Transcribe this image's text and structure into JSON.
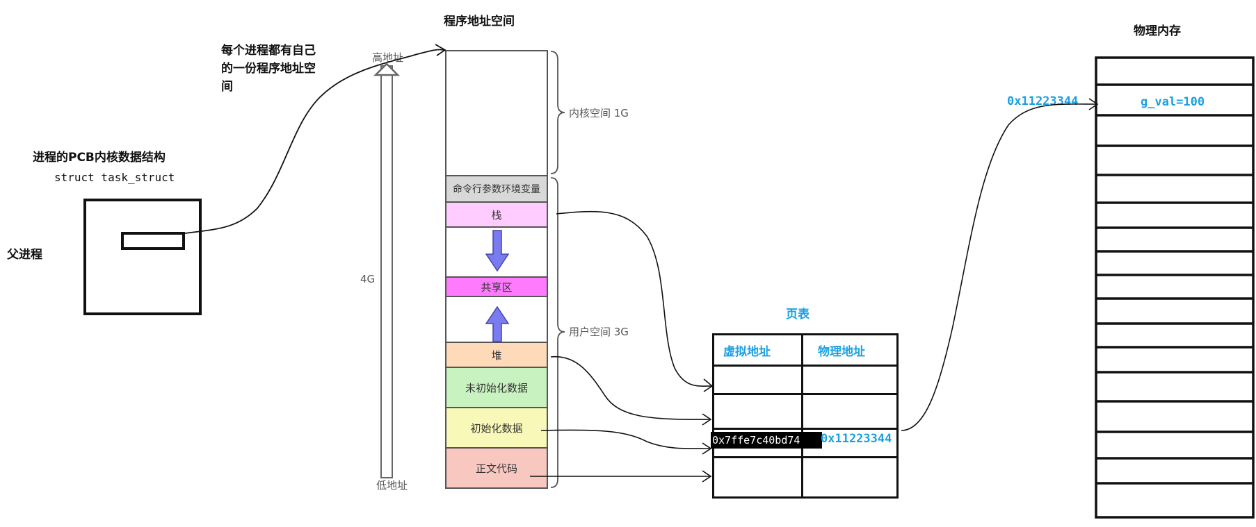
{
  "titles": {
    "address_space": "程序地址空间",
    "physical_memory": "物理内存",
    "page_table": "页表"
  },
  "pcb": {
    "heading": "进程的PCB内核数据结构",
    "struct": "struct task_struct",
    "parent_label": "父进程"
  },
  "note": {
    "line1": "每个进程都有自己",
    "line2": "的一份程序地址空",
    "line3": "间"
  },
  "axis": {
    "high": "高地址",
    "low": "低地址",
    "size": "4G"
  },
  "segments": {
    "cmdline_env": "命令行参数环境变量",
    "stack": "栈",
    "shared": "共享区",
    "heap": "堆",
    "bss": "未初始化数据",
    "data": "初始化数据",
    "text": "正文代码"
  },
  "braces": {
    "kernel": "内核空间 1G",
    "user": "用户空间 3G"
  },
  "page_table": {
    "header_virtual": "虚拟地址",
    "header_physical": "物理地址",
    "virtual_addr": "0x7ffe7c40bd74",
    "physical_addr": "0x11223344"
  },
  "memory": {
    "address": "0x11223344",
    "value": "g_val=100"
  },
  "colors": {
    "stack": "#ffccff",
    "shared": "#ff7aff",
    "heap": "#ffdab9",
    "bss": "#c8f2c0",
    "data": "#f8f8b8",
    "text": "#f8c8c0",
    "cmdline": "#d8d8d8",
    "arrow": "#7b7bf0",
    "accent_blue": "#1ba0e2"
  }
}
